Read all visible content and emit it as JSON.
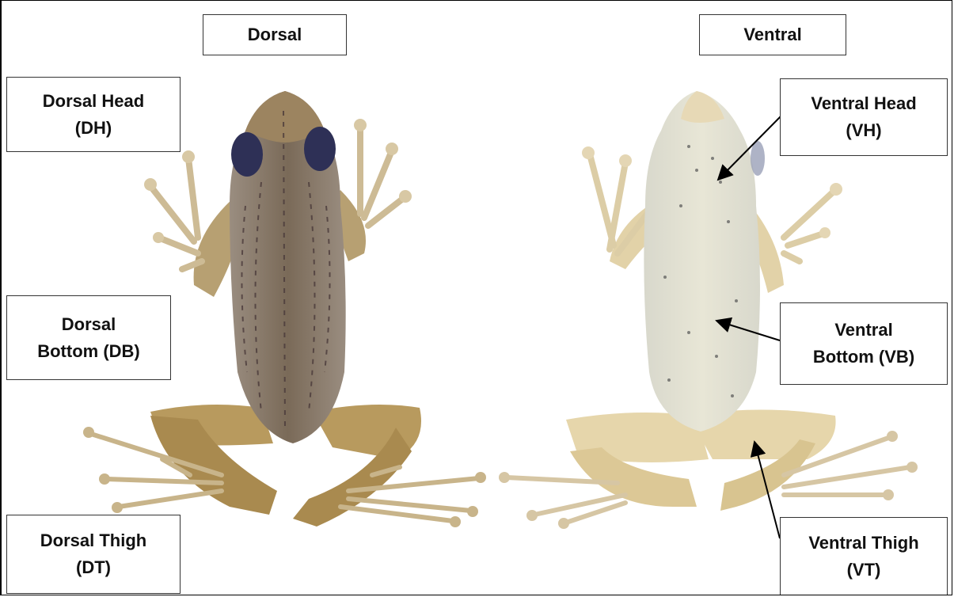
{
  "view_headers": {
    "dorsal": "Dorsal",
    "ventral": "Ventral"
  },
  "region_labels": {
    "dorsal_head": "Dorsal Head\n(DH)",
    "dorsal_bottom": "Dorsal\nBottom (DB)",
    "dorsal_thigh": "Dorsal  Thigh\n(DT)",
    "ventral_head": "Ventral Head\n(VH)",
    "ventral_bottom": "Ventral\nBottom (VB)",
    "ventral_thigh": "Ventral Thigh\n(VT)"
  },
  "colors": {
    "dorsal_body": "#8a7550",
    "dorsal_limb": "#b3955a",
    "dorsal_stripe": "#4a3a3a",
    "dorsal_eye": "#2e3056",
    "ventral_body": "#dcdcc8",
    "ventral_limb": "#e4d3a6",
    "arrow": "#000000"
  }
}
